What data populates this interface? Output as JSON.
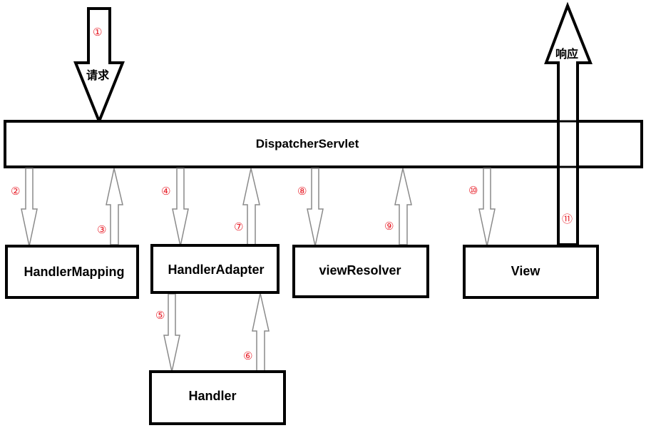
{
  "diagram": {
    "main_component": "DispatcherServlet",
    "components": {
      "handler_mapping": "HandlerMapping",
      "handler_adapter": "HandlerAdapter",
      "view_resolver": "viewResolver",
      "view": "View",
      "handler": "Handler"
    },
    "request_label": "请求",
    "response_label": "响应",
    "steps": {
      "s1": "①",
      "s2": "②",
      "s3": "③",
      "s4": "④",
      "s5": "⑤",
      "s6": "⑥",
      "s7": "⑦",
      "s8": "⑧",
      "s9": "⑨",
      "s10": "⑩",
      "s11": "⑪"
    },
    "colors": {
      "stroke": "#000000",
      "arrow_outline": "#8a8a8a",
      "step_number": "#e8202a",
      "background": "#ffffff"
    }
  }
}
